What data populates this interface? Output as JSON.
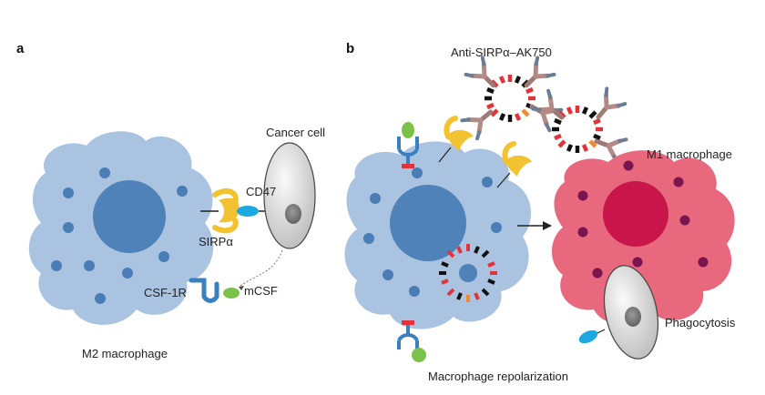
{
  "panels": {
    "a": "a",
    "b": "b"
  },
  "labels": {
    "cancer_cell": "Cancer cell",
    "cd47": "CD47",
    "sirpa": "SIRPα",
    "mcsf": "mCSF",
    "csf1r": "CSF-1R",
    "m2": "M2 macrophage",
    "antibody": "Anti-SIRPα–AK750",
    "m1": "M1 macrophage",
    "phagocytosis": "Phagocytosis",
    "repolarization": "Macrophage repolarization"
  },
  "colors": {
    "m2_cell": "#a9c3e0",
    "nucleus": "#4f82b8",
    "dot_blue": "#4a7db5",
    "m1_cell": "#e8687e",
    "m1_nucleus": "#c8164a",
    "dot_purple": "#7a1550",
    "sirpa_yellow": "#f2c230",
    "cd47_blue": "#1ca8e0",
    "mcsf_green": "#7cc24a",
    "receptor_red": "#e0343a",
    "cancer_grey": "#e8e8e8",
    "antibody": "#b38a86"
  }
}
